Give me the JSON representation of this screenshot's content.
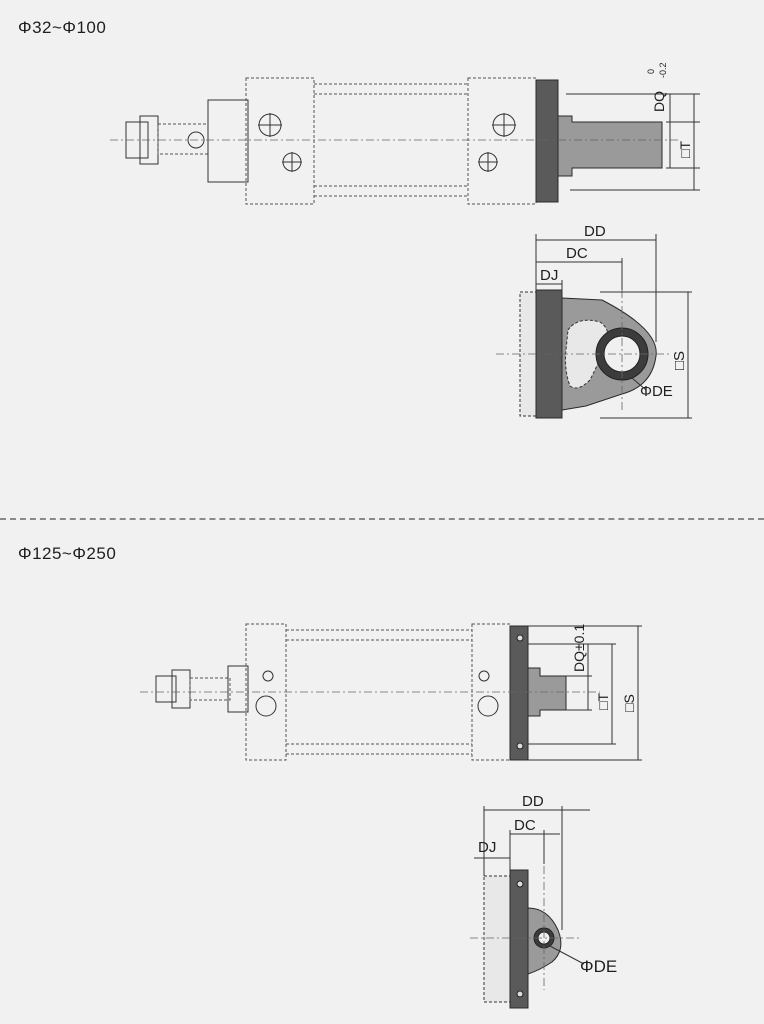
{
  "sections": {
    "top": {
      "title": "Φ32~Φ100"
    },
    "bottom": {
      "title": "Φ125~Φ250"
    }
  },
  "labels": {
    "top_dq": "DQ",
    "top_dq_tol_upper": "0",
    "top_dq_tol_lower": "-0.2",
    "top_t": "□T",
    "top_dd": "DD",
    "top_dc": "DC",
    "top_dj": "DJ",
    "top_s": "□S",
    "top_de": "ΦDE",
    "bottom_dq": "DQ±0.1",
    "bottom_t": "□T",
    "bottom_s": "□S",
    "bottom_dd": "DD",
    "bottom_dc": "DC",
    "bottom_dj": "DJ",
    "bottom_de": "ΦDE"
  }
}
